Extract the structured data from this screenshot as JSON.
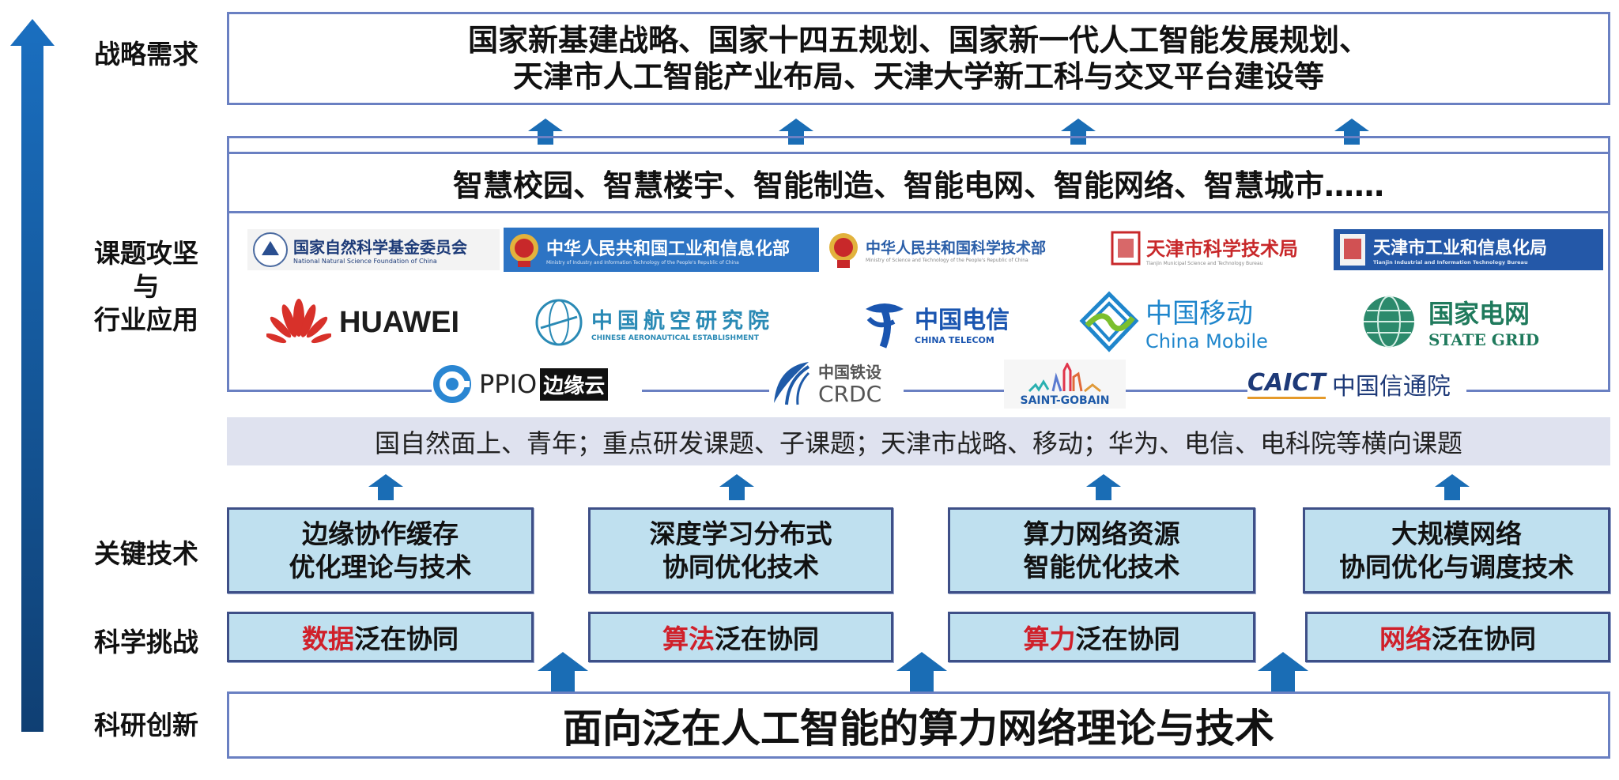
{
  "colors": {
    "frame_border": "#6a80c2",
    "box_fill": "#bfe0ef",
    "box_border": "#3e4f87",
    "arrow_blue": "#1a6db5",
    "highlight_red": "#d0202a",
    "band_fill": "#dfe2ef"
  },
  "side_labels": {
    "strategy": "战略需求",
    "projects_line1": "课题攻坚",
    "projects_line2": "与",
    "projects_line3": "行业应用",
    "key_tech": "关键技术",
    "challenge": "科学挑战",
    "innovation": "科研创新"
  },
  "strategy_box": {
    "line1": "国家新基建战略、国家十四五规划、国家新一代人工智能发展规划、",
    "line2": "天津市人工智能产业布局、天津大学新工科与交叉平台建设等"
  },
  "applications": "智慧校园、智慧楼宇、智能制造、智能电网、智能网络、智慧城市……",
  "logos": {
    "row1": [
      {
        "icon": "nsfc-emblem-icon",
        "cn": "国家自然科学基金委员会",
        "en": "National Natural Science Foundation of China"
      },
      {
        "icon": "national-emblem-icon",
        "cn": "中华人民共和国工业和信息化部",
        "en": "Ministry of Industry and Information Technology of the People's Republic of China"
      },
      {
        "icon": "national-emblem-icon",
        "cn": "中华人民共和国科学技术部",
        "en": "Ministry of Science and Technology of the People's Republic of China"
      },
      {
        "icon": "tianjin-seal-icon",
        "cn": "天津市科学技术局",
        "en": "Tianjin Municipal Science and Technology Bureau"
      },
      {
        "icon": "tianjin-seal-icon",
        "cn": "天津市工业和信息化局",
        "en": "Tianjin Industrial and Information Technology Bureau"
      }
    ],
    "row2": [
      {
        "icon": "huawei-petals-icon",
        "cn": "",
        "en": "HUAWEI"
      },
      {
        "icon": "cae-globe-icon",
        "cn": "中国航空研究院",
        "en": "CHINESE AERONAUTICAL ESTABLISHMENT"
      },
      {
        "icon": "china-telecom-icon",
        "cn": "中国电信",
        "en": "CHINA TELECOM"
      },
      {
        "icon": "china-mobile-icon",
        "cn": "中国移动",
        "en": "China Mobile"
      },
      {
        "icon": "state-grid-globe-icon",
        "cn": "国家电网",
        "en": "STATE GRID"
      }
    ],
    "row3": [
      {
        "icon": "ppio-ring-icon",
        "en": "PPIO",
        "cn": "边缘云"
      },
      {
        "icon": "crdc-swoosh-icon",
        "cn": "中国铁设",
        "en": "CRDC"
      },
      {
        "icon": "saint-gobain-skyline-icon",
        "cn": "",
        "en": "SAINT-GOBAIN"
      },
      {
        "icon": "caict-icon",
        "en": "CAICT",
        "cn": "中国信通院"
      }
    ]
  },
  "projects_band": "国自然面上、青年；重点研发课题、子课题；天津市战略、移动；华为、电信、电科院等横向课题",
  "key_tech": [
    {
      "line1": "边缘协作缓存",
      "line2": "优化理论与技术"
    },
    {
      "line1": "深度学习分布式",
      "line2": "协同优化技术"
    },
    {
      "line1": "算力网络资源",
      "line2": "智能优化技术"
    },
    {
      "line1": "大规模网络",
      "line2": "协同优化与调度技术"
    }
  ],
  "challenges": [
    {
      "highlight": "数据",
      "rest": "泛在协同"
    },
    {
      "highlight": "算法",
      "rest": "泛在协同"
    },
    {
      "highlight": "算力",
      "rest": "泛在协同"
    },
    {
      "highlight": "网络",
      "rest": "泛在协同"
    }
  ],
  "innovation": "面向泛在人工智能的算力网络理论与技术"
}
